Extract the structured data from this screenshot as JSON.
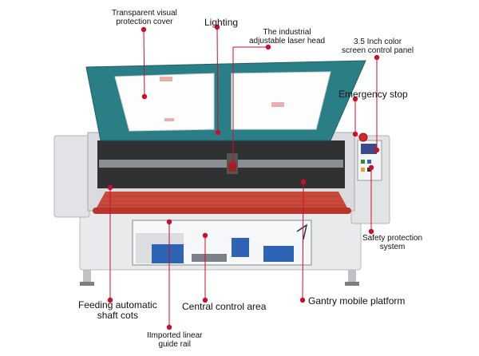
{
  "labels": {
    "cover": [
      "Transparent visual",
      "protection cover"
    ],
    "lighting": "Lighting",
    "laser_head": [
      "The industrial",
      "adjustable laser head"
    ],
    "screen": [
      "3.5 Inch color",
      "screen control panel"
    ],
    "estop": "Emergency stop",
    "safety": [
      "Safety protection",
      "system"
    ],
    "feeding": [
      "Feeding automatic",
      "shaft cots"
    ],
    "central": "Central control area",
    "gantry": "Gantry mobile platform",
    "rail": [
      "IImported linear",
      "guide rail"
    ]
  },
  "colors": {
    "marker": "#c8102e",
    "leader": "#c8102e",
    "lid": "#2a7f86",
    "body": "#e9eaec",
    "conveyor": "#c84a3c"
  },
  "icons": [
    "marker-dot-icon"
  ]
}
